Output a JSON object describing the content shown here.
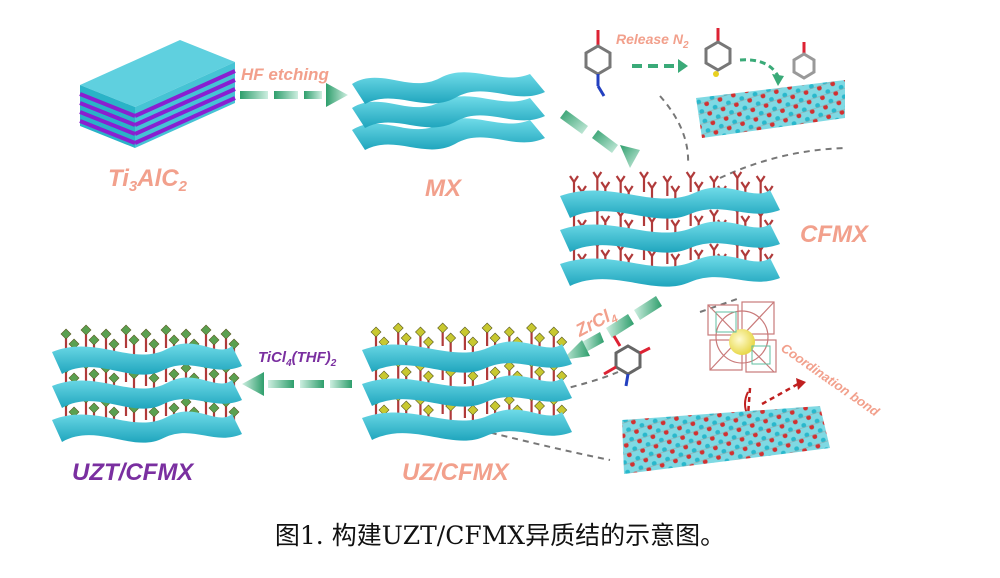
{
  "labels": {
    "ti3alc2": {
      "base": "Ti",
      "sub1": "3",
      "mid": "AlC",
      "sub2": "2"
    },
    "hf_etching": "HF etching",
    "mx": "MX",
    "release": {
      "base": "Release N",
      "sub": "2"
    },
    "cfmx": "CFMX",
    "zrcl4": {
      "base": "ZrCl",
      "sub": "4"
    },
    "ticl4": {
      "base": "TiCl",
      "sub": "4",
      "rest": "(THF)",
      "sub2": "2"
    },
    "coordination": "Coordination bond",
    "uz_cfmx": "UZ/CFMX",
    "uzt_cfmx": "UZT/CFMX"
  },
  "caption": "图1. 构建UZT/CFMX异质结的示意图。",
  "colors": {
    "label_salmon": "#f2a08c",
    "label_purple": "#7a2fa0",
    "sheet_cyan": "#3cc4d6",
    "layer_purple": "#8a1fd0",
    "arrow_green": "#3aaa78",
    "linker_red": "#b03a3a"
  }
}
